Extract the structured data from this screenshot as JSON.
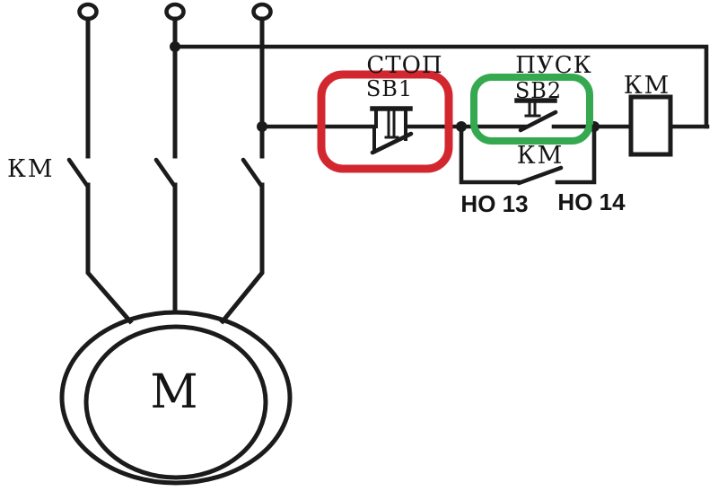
{
  "diagram": {
    "type": "electrical-schematic",
    "description": "Magnetic starter control circuit for a three-phase motor with highlighted stop and start pushbuttons",
    "power": {
      "contactor_label": "КМ",
      "motor_label": "M",
      "phase_count": 3
    },
    "control": {
      "stop_button": {
        "name": "СТОП",
        "ref": "SB1",
        "contact_type": "normally-closed"
      },
      "start_button": {
        "name": "ПУСК",
        "ref": "SB2",
        "contact_type": "normally-open"
      },
      "coil_label": "КМ",
      "aux_contact_label": "КМ",
      "aux_terminal_left": "НО 13",
      "aux_terminal_right": "НО 14"
    },
    "colors": {
      "line": "#1b1b1b",
      "background": "#ffffff",
      "stop_highlight": "#d32730",
      "start_highlight": "#34a94f"
    }
  }
}
